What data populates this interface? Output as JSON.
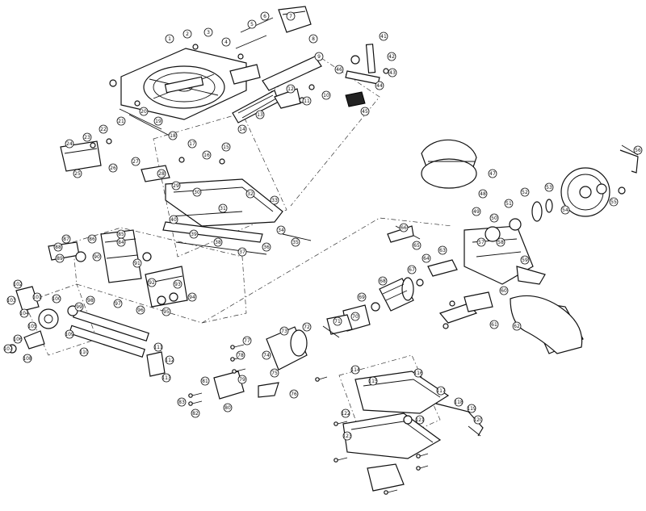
{
  "figure": {
    "type": "exploded-parts-diagram",
    "subject": "sliding compound miter saw",
    "background": "#ffffff",
    "ink": "#111111",
    "callout_labels": [
      "1",
      "2",
      "3",
      "4",
      "5",
      "6",
      "7",
      "8",
      "9",
      "10",
      "11",
      "12",
      "13",
      "14",
      "15",
      "16",
      "17",
      "18",
      "19",
      "20",
      "21",
      "22",
      "23",
      "24",
      "25",
      "26",
      "27",
      "28",
      "29",
      "30",
      "31",
      "32",
      "33",
      "34",
      "35",
      "36",
      "37",
      "38",
      "39",
      "40",
      "41",
      "42",
      "43",
      "44",
      "45",
      "46",
      "47",
      "48",
      "49",
      "50",
      "51",
      "52",
      "53",
      "54",
      "55",
      "56",
      "57",
      "58",
      "59",
      "60",
      "61",
      "62",
      "63",
      "64",
      "65",
      "66",
      "67",
      "68",
      "69",
      "70",
      "71",
      "72",
      "73",
      "74",
      "75",
      "76",
      "77",
      "78",
      "79",
      "80",
      "81",
      "82",
      "83",
      "84",
      "85",
      "86",
      "87",
      "88",
      "89",
      "90",
      "91",
      "92",
      "93",
      "94",
      "95",
      "96",
      "97",
      "98",
      "99",
      "100",
      "101",
      "102",
      "103",
      "104",
      "105",
      "106",
      "107",
      "108",
      "109",
      "110",
      "111",
      "112",
      "113",
      "114",
      "115",
      "116",
      "117",
      "118",
      "119",
      "120",
      "121",
      "122",
      "123"
    ]
  }
}
